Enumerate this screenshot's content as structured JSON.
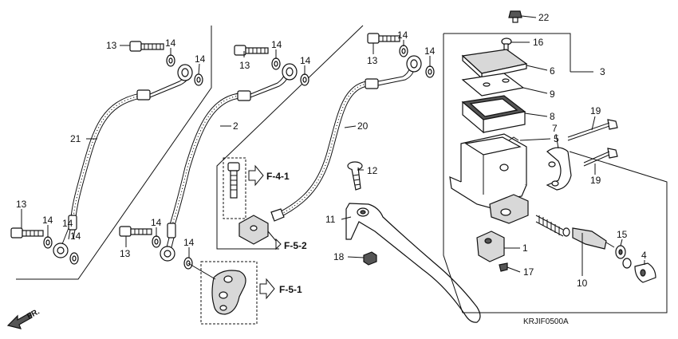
{
  "diagram": {
    "part_labels": [
      {
        "id": "l13a",
        "text": "13"
      },
      {
        "id": "l14a",
        "text": "14"
      },
      {
        "id": "l14b",
        "text": "14"
      },
      {
        "id": "l21",
        "text": "21"
      },
      {
        "id": "l13b",
        "text": "13"
      },
      {
        "id": "l14c",
        "text": "14"
      },
      {
        "id": "l14d",
        "text": "14"
      },
      {
        "id": "l14e",
        "text": "14"
      },
      {
        "id": "l13c",
        "text": "13"
      },
      {
        "id": "l14f",
        "text": "14"
      },
      {
        "id": "l14g",
        "text": "14"
      },
      {
        "id": "l2",
        "text": "2"
      },
      {
        "id": "l13d",
        "text": "13"
      },
      {
        "id": "l14h",
        "text": "14"
      },
      {
        "id": "l14i",
        "text": "14"
      },
      {
        "id": "l13e",
        "text": "13"
      },
      {
        "id": "l14j",
        "text": "14"
      },
      {
        "id": "l14k",
        "text": "14"
      },
      {
        "id": "l20",
        "text": "20"
      },
      {
        "id": "l12",
        "text": "12"
      },
      {
        "id": "l11",
        "text": "11"
      },
      {
        "id": "l18",
        "text": "18"
      },
      {
        "id": "l22",
        "text": "22"
      },
      {
        "id": "l16",
        "text": "16"
      },
      {
        "id": "l6",
        "text": "6"
      },
      {
        "id": "l3",
        "text": "3"
      },
      {
        "id": "l9",
        "text": "9"
      },
      {
        "id": "l8",
        "text": "8"
      },
      {
        "id": "l5",
        "text": "5"
      },
      {
        "id": "l7",
        "text": "7"
      },
      {
        "id": "l19a",
        "text": "19"
      },
      {
        "id": "l19b",
        "text": "19"
      },
      {
        "id": "l1",
        "text": "1"
      },
      {
        "id": "l17",
        "text": "17"
      },
      {
        "id": "l10",
        "text": "10"
      },
      {
        "id": "l15",
        "text": "15"
      },
      {
        "id": "l4",
        "text": "4"
      }
    ],
    "refs": [
      {
        "id": "f41",
        "text": "F-4-1"
      },
      {
        "id": "f52",
        "text": "F-5-2"
      },
      {
        "id": "f51",
        "text": "F-5-1"
      }
    ],
    "front_indicator": "FR.",
    "diagram_code": "KRJIF0500A"
  }
}
